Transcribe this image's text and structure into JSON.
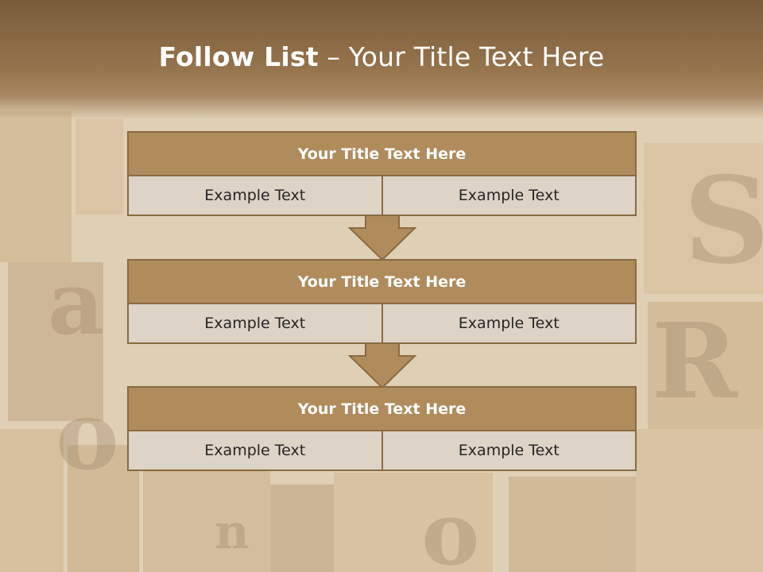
{
  "slide": {
    "title_bold": "Follow List",
    "title_rest": " – Your Title Text Here"
  },
  "steps": [
    {
      "title": "Your Title Text Here",
      "left": "Example Text",
      "right": "Example Text"
    },
    {
      "title": "Your Title Text Here",
      "left": "Example Text",
      "right": "Example Text"
    },
    {
      "title": "Your Title Text Here",
      "left": "Example Text",
      "right": "Example Text"
    }
  ],
  "colors": {
    "header": "#8a6a45",
    "block_title": "#b08b5c",
    "cell": "#ddd3c6",
    "border": "#8a6a43",
    "arrow": "#b08b5c"
  }
}
